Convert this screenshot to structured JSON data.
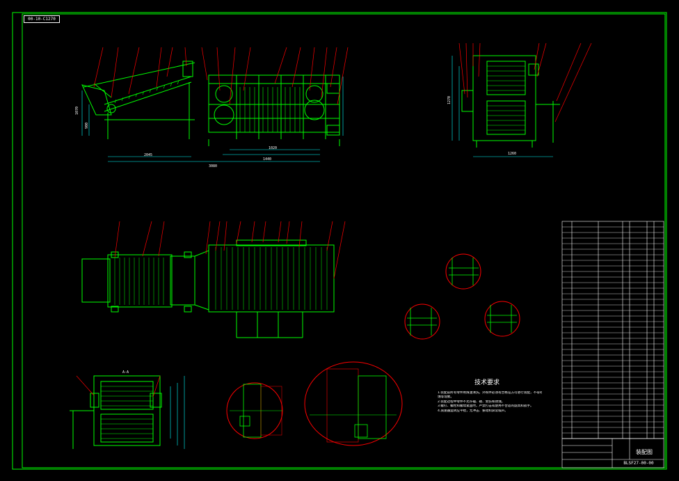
{
  "drawing": {
    "frame_tag": "00-10-C1270",
    "tech_requirements_title": "技术要求",
    "tech_notes": [
      "1.装配前所有零件用煤油清洗，外购件必须有合格证方可进行装配，不得有磕碰、划伤、锈",
      "蚀等现象。",
      "2.装配过程中零件不允许磕、碰、划伤和锈蚀。",
      "3.螺钉、螺栓和螺母紧固时，严禁打击或使用不合适的旋具和扳手。",
      "4.减速器运转应平稳，无冲击、振动和异常噪声。"
    ],
    "title_block": {
      "drawing_name": "装配图",
      "drawing_code": "BLSF27-00-00"
    },
    "dimensions": {
      "front_overall": "3080",
      "front_left_span": "2045",
      "front_right_span": "1440",
      "front_mid": "1020",
      "front_height_a": "1070",
      "front_height_b": "900",
      "side_width": "1260",
      "side_height": "1270",
      "section_label": "A-A"
    },
    "colors": {
      "frame": "#00ff00",
      "leader": "#ff0000",
      "body": "#00ff00",
      "dim": "#00ffff",
      "text": "#ffffff",
      "circle": "#ff0000"
    }
  }
}
